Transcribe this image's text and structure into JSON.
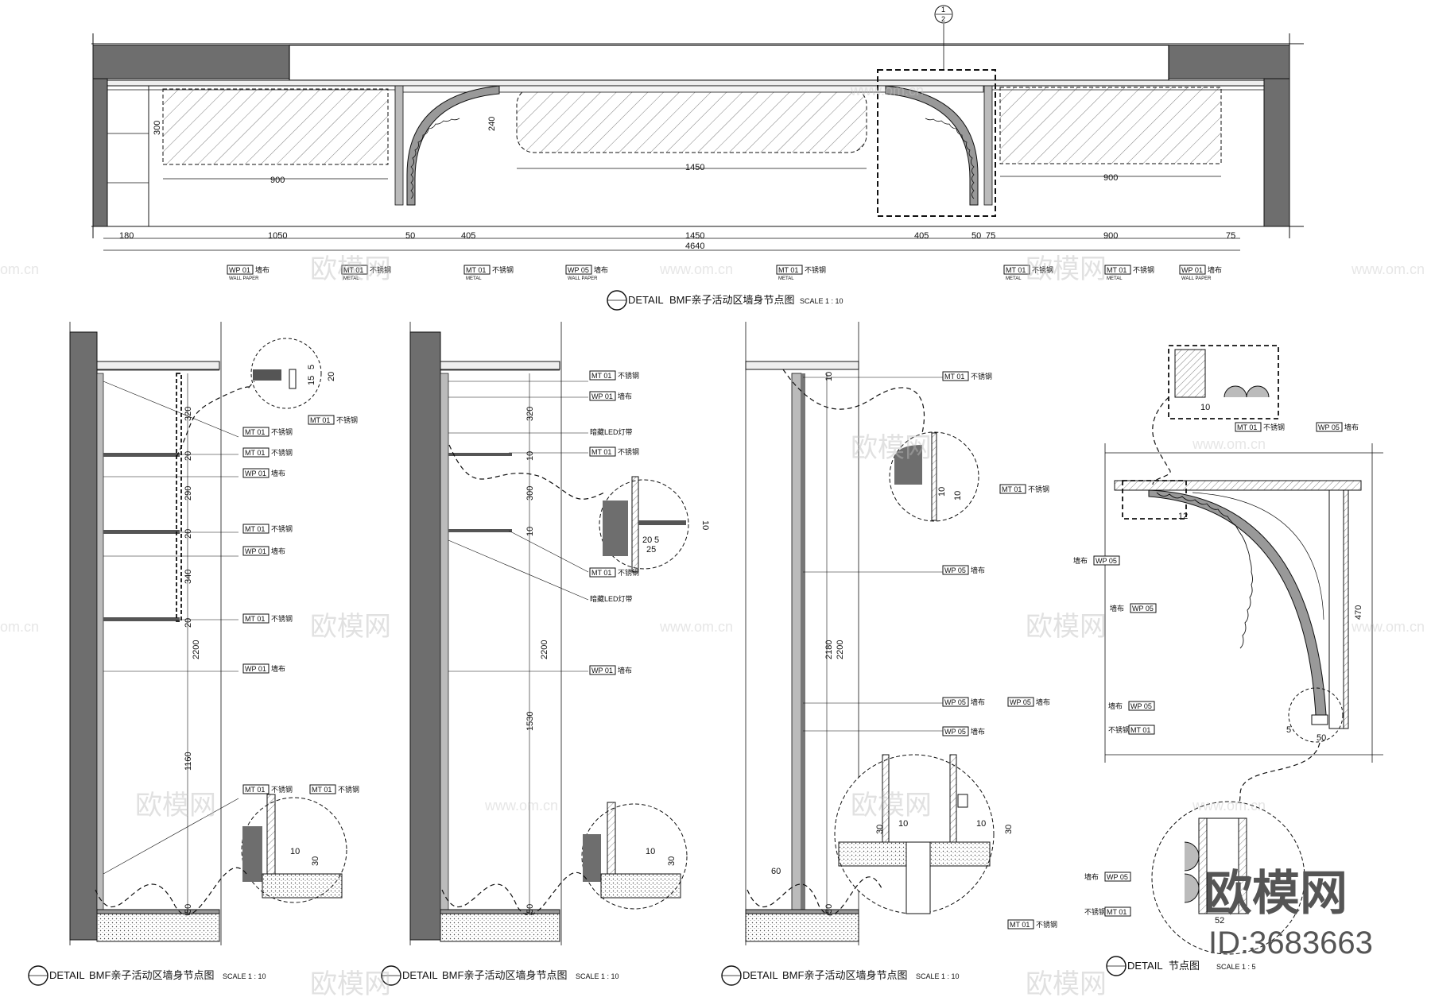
{
  "main_elevation": {
    "title": "BMF亲子活动区墙身节点图",
    "detail_word": "DETAIL",
    "scale": "SCALE  1 : 10",
    "dims_top": [
      "180",
      "1050",
      "50",
      "405",
      "1450",
      "405",
      "50",
      "75",
      "900",
      "75"
    ],
    "dim_total": "4640",
    "dim_inner_left": "900",
    "dim_inner_center": "1450",
    "dim_inner_right": "900",
    "dim_vertical_left": "300",
    "dim_vertical_center": "240",
    "callouts": [
      {
        "code": "WP 01",
        "text": "墙布",
        "sub": "WALL PAPER"
      },
      {
        "code": "MT 01",
        "text": "不锈钢",
        "sub": "METAL"
      },
      {
        "code": "MT 01",
        "text": "不锈钢",
        "sub": "METAL"
      },
      {
        "code": "WP 05",
        "text": "墙布",
        "sub": "WALL PAPER"
      },
      {
        "code": "MT 01",
        "text": "不锈钢",
        "sub": "METAL"
      },
      {
        "code": "MT 01",
        "text": "不锈钢",
        "sub": "METAL"
      },
      {
        "code": "MT 01",
        "text": "不锈钢",
        "sub": "METAL"
      },
      {
        "code": "WP 01",
        "text": "墙布",
        "sub": "WALL PAPER"
      }
    ]
  },
  "section1": {
    "title": "BMF亲子活动区墙身节点图",
    "detail_word": "DETAIL",
    "scale": "SCALE  1 : 10",
    "dims": [
      "320",
      "20",
      "290",
      "20",
      "340",
      "20",
      "2200",
      "1160",
      "50",
      "20",
      "15",
      "5"
    ],
    "callouts": [
      {
        "code": "MT 01",
        "text": "不锈钢"
      },
      {
        "code": "MT 01",
        "text": "不锈钢"
      },
      {
        "code": "MT 01",
        "text": "不锈钢"
      },
      {
        "code": "WP 01",
        "text": "墙布"
      },
      {
        "code": "MT 01",
        "text": "不锈钢"
      },
      {
        "code": "WP 01",
        "text": "墙布"
      },
      {
        "code": "MT 01",
        "text": "不锈钢"
      },
      {
        "code": "WP 01",
        "text": "墙布"
      },
      {
        "code": "MT 01",
        "text": "不锈钢"
      },
      {
        "code": "MT 01",
        "text": "不锈钢"
      }
    ],
    "detail_dims": [
      "10",
      "30"
    ]
  },
  "section2": {
    "title": "BMF亲子活动区墙身节点图",
    "detail_word": "DETAIL",
    "scale": "SCALE  1 : 10",
    "dims": [
      "320",
      "10",
      "300",
      "10",
      "2200",
      "1530",
      "50"
    ],
    "callouts": [
      {
        "code": "MT 01",
        "text": "不锈钢"
      },
      {
        "code": "WP 01",
        "text": "墙布"
      },
      {
        "code": "",
        "text": "暗藏LED灯带"
      },
      {
        "code": "MT 01",
        "text": "不锈钢"
      },
      {
        "code": "MT 01",
        "text": "不锈钢"
      },
      {
        "code": "",
        "text": "暗藏LED灯带"
      },
      {
        "code": "WP 01",
        "text": "墙布"
      }
    ],
    "detail_dims_a": [
      "10",
      "20",
      "5",
      "25"
    ],
    "detail_dims_b": [
      "10",
      "30"
    ]
  },
  "section3": {
    "title": "BMF亲子活动区墙身节点图",
    "detail_word": "DETAIL",
    "scale": "SCALE  1 : 10",
    "dims": [
      "10",
      "2180",
      "2200",
      "60",
      "50"
    ],
    "callouts": [
      {
        "code": "MT 01",
        "text": "不锈钢"
      },
      {
        "code": "MT 01",
        "text": "不锈钢"
      },
      {
        "code": "WP 05",
        "text": "墙布"
      },
      {
        "code": "WP 05",
        "text": "墙布"
      },
      {
        "code": "WP 05",
        "text": "墙布"
      },
      {
        "code": "WP 05",
        "text": "墙布"
      },
      {
        "code": "MT 01",
        "text": "不锈钢"
      }
    ],
    "detail_dims_a": [
      "10",
      "10"
    ],
    "detail_dims_b": [
      "30",
      "10",
      "10",
      "30"
    ]
  },
  "node_detail": {
    "title": "节点图",
    "detail_word": "DETAIL",
    "scale": "SCALE  1 : 5",
    "dims": [
      "10",
      "12",
      "470",
      "5",
      "50",
      "52"
    ],
    "callouts": [
      {
        "code": "MT 01",
        "text": "不锈钢"
      },
      {
        "code": "WP 05",
        "text": "墙布"
      },
      {
        "code": "WP 05",
        "text": "墙布"
      },
      {
        "code": "WP 05",
        "text": "墙布"
      },
      {
        "code": "WP 05",
        "text": "墙布"
      },
      {
        "code": "MT 01",
        "text": "不锈钢"
      },
      {
        "code": "WP 05",
        "text": "墙布"
      },
      {
        "code": "MT 01",
        "text": "不锈钢"
      }
    ]
  },
  "watermark": {
    "site": "欧模网",
    "url": "www.om.cn",
    "url_short": "om.cn",
    "brand": "欧模网",
    "id": "ID:3683663"
  }
}
